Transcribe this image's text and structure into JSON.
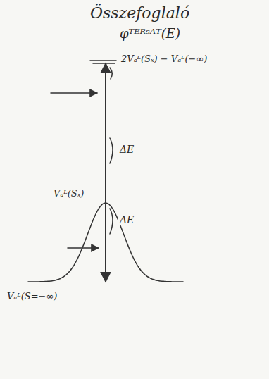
{
  "diagram": {
    "title": "Összefoglaló",
    "labels": [
      "φᵀᴱᴿˢᴬᵀ(E)",
      "2Vₐᴸ(Sₓ) − Vₐᴸ(−∞)",
      "ΔE",
      "Vₐᴸ(Sₓ)",
      "ΔE",
      "Vₐᴸ(S=−∞)"
    ]
  }
}
